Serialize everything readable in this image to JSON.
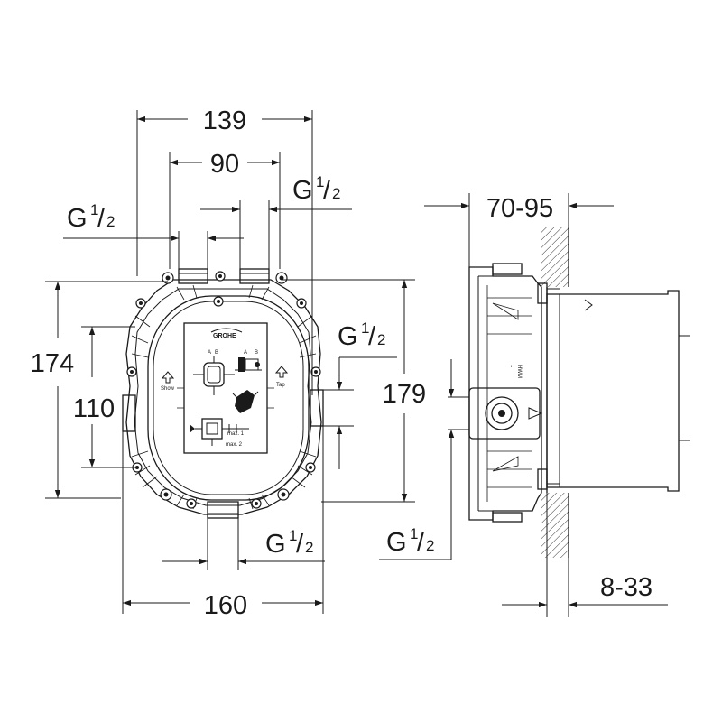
{
  "dimensions": {
    "width_139": "139",
    "width_90": "90",
    "width_160": "160",
    "height_174": "174",
    "height_110": "110",
    "height_179": "179",
    "depth_70_95": "70-95",
    "wall_8_33": "8-33"
  },
  "threads": {
    "base": "G",
    "numerator": "1",
    "slash": "/",
    "denominator": "2"
  },
  "labels": {
    "brand_logo": "GROHE",
    "port_a": "A",
    "port_b": "B",
    "arrow_left_tag": "Show",
    "arrow_right_tag": "Tap",
    "max_1": "max. 1",
    "max_2": "max. 2",
    "side_code": "HWM",
    "side_mark": "1"
  }
}
